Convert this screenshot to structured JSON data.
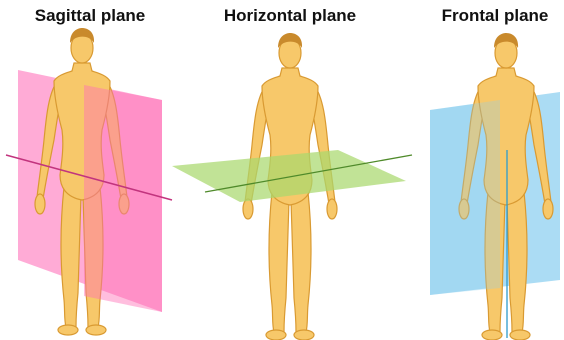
{
  "labels": {
    "sagittal": "Sagittal plane",
    "horizontal": "Horizontal plane",
    "frontal": "Frontal plane"
  },
  "colors": {
    "skin": "#f7c86a",
    "skin_outline": "#d99a32",
    "sagittal_plane": "#ff8fc8",
    "horizontal_plane": "#a9d86e",
    "frontal_plane": "#8fd0f0"
  }
}
